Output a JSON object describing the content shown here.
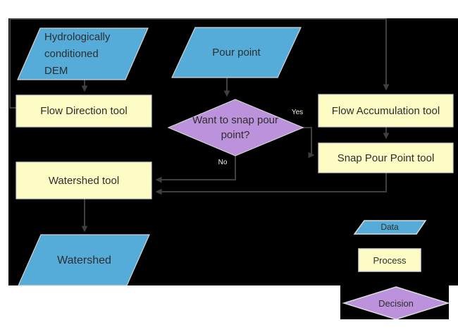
{
  "diagram": {
    "type": "flowchart",
    "background_color": "#000000",
    "nodes": {
      "dem": {
        "label": "Hydrologically conditioned DEM",
        "shape": "parallelogram",
        "role": "data"
      },
      "pour_point": {
        "label": "Pour point",
        "shape": "parallelogram",
        "role": "data"
      },
      "flow_direction": {
        "label": "Flow Direction tool",
        "shape": "rectangle",
        "role": "process"
      },
      "flow_accumulation": {
        "label": "Flow Accumulation tool",
        "shape": "rectangle",
        "role": "process"
      },
      "snap_pour_point": {
        "label": "Snap Pour Point tool",
        "shape": "rectangle",
        "role": "process"
      },
      "decision": {
        "label": "Want to snap pour point?",
        "shape": "diamond",
        "role": "decision"
      },
      "watershed_tool": {
        "label": "Watershed tool",
        "shape": "rectangle",
        "role": "process"
      },
      "watershed": {
        "label": "Watershed",
        "shape": "parallelogram",
        "role": "data"
      }
    },
    "edges": [
      {
        "from": "dem",
        "to": "flow_direction"
      },
      {
        "from": "flow_direction",
        "to": "flow_accumulation"
      },
      {
        "from": "flow_accumulation",
        "to": "snap_pour_point"
      },
      {
        "from": "pour_point",
        "to": "decision"
      },
      {
        "from": "decision",
        "to": "snap_pour_point",
        "label": "Yes"
      },
      {
        "from": "decision",
        "to": "watershed_tool",
        "label": "No"
      },
      {
        "from": "snap_pour_point",
        "to": "watershed_tool"
      },
      {
        "from": "watershed_tool",
        "to": "watershed"
      }
    ],
    "edge_labels": {
      "yes": "Yes",
      "no": "No"
    },
    "legend": {
      "data_label": "Data",
      "process_label": "Process",
      "decision_label": "Decision"
    },
    "colors": {
      "data_fill": "#55ACD9",
      "process_fill": "#FCFCC4",
      "decision_fill": "#BB92DB",
      "connector": "#3F3F3F",
      "shape_border": "#D3D3D3",
      "node_text": "#2E2E2E",
      "edge_label_text": "#F4F4E6",
      "background": "#000000"
    }
  }
}
